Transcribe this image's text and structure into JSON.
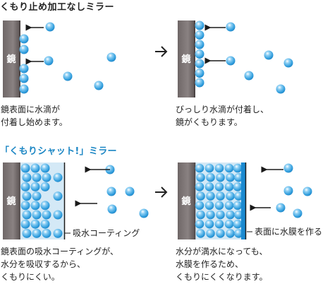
{
  "section_normal": {
    "title": "くもり止め加工なしミラー",
    "panel_left": {
      "mirror_label": "鏡",
      "caption": "鏡表面に水滴が\n付着し始めます。"
    },
    "panel_right": {
      "mirror_label": "鏡",
      "caption": "びっしり水滴が付着し、\n鏡がくもります。"
    },
    "arrow": "→"
  },
  "section_shut": {
    "title": "「くもりシャット!」ミラー",
    "panel_left": {
      "mirror_label": "鏡",
      "coating_label": "吸水コーティング",
      "caption": "鏡表面の吸水コーティングが、\n水分を吸収するから、\nくもりにくい。"
    },
    "panel_right": {
      "mirror_label": "鏡",
      "film_label": "表面に水膜を作る",
      "caption": "水分が満水になっても、\n水膜を作るため、\nくもりにくくなります。"
    },
    "arrow": "→"
  },
  "colors": {
    "mirror": "#7d7474",
    "droplet": "#3aa2e0",
    "coating": "#d4e9f6",
    "film": "#1b8ad1",
    "title_accent": "#1b86c4"
  },
  "icons": [
    "droplet-icon",
    "arrow-left-icon",
    "arrow-right-icon"
  ]
}
